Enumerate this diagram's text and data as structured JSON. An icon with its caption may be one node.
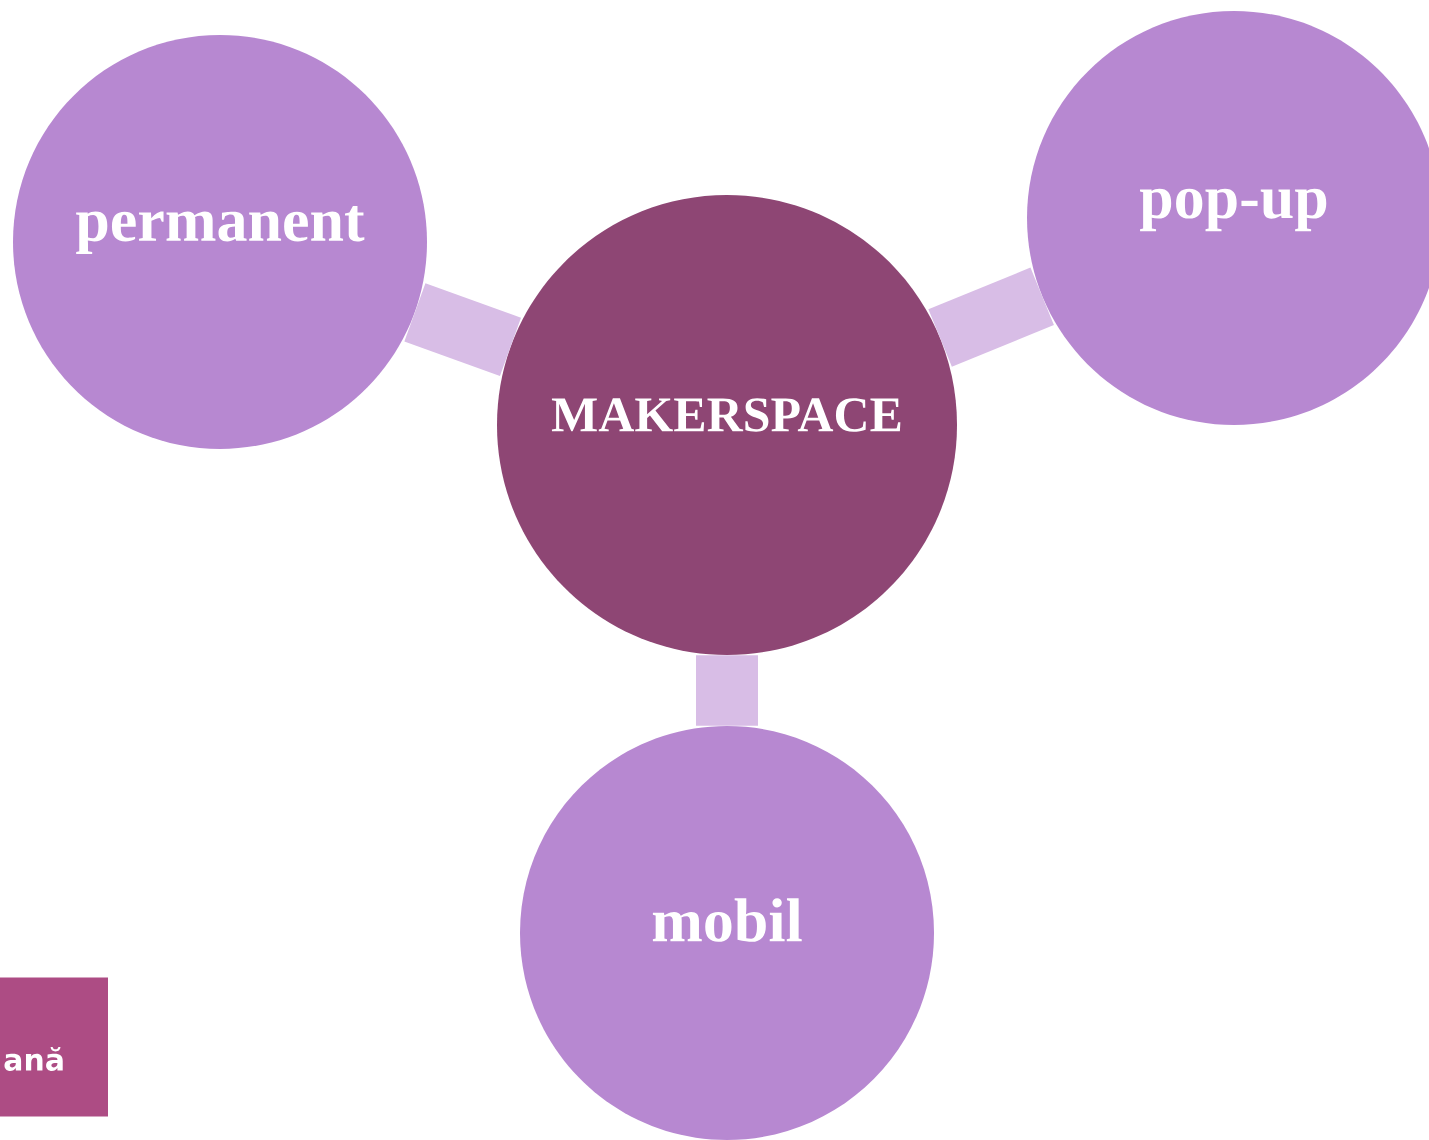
{
  "diagram": {
    "nodes": [
      {
        "text": [
          "permanent"
        ]
      },
      {
        "text": [
          "pop-up"
        ]
      },
      {
        "text": [
          "MAKERSPACE"
        ]
      },
      {
        "text": [
          "mobil"
        ]
      },
      {
        "text": [
          "ană"
        ]
      }
    ],
    "edges": [
      {
        "from": 2,
        "to": 0,
        "arrow": "none"
      },
      {
        "from": 2,
        "to": 1,
        "arrow": "none"
      },
      {
        "from": 2,
        "to": 3,
        "arrow": "none"
      }
    ]
  }
}
